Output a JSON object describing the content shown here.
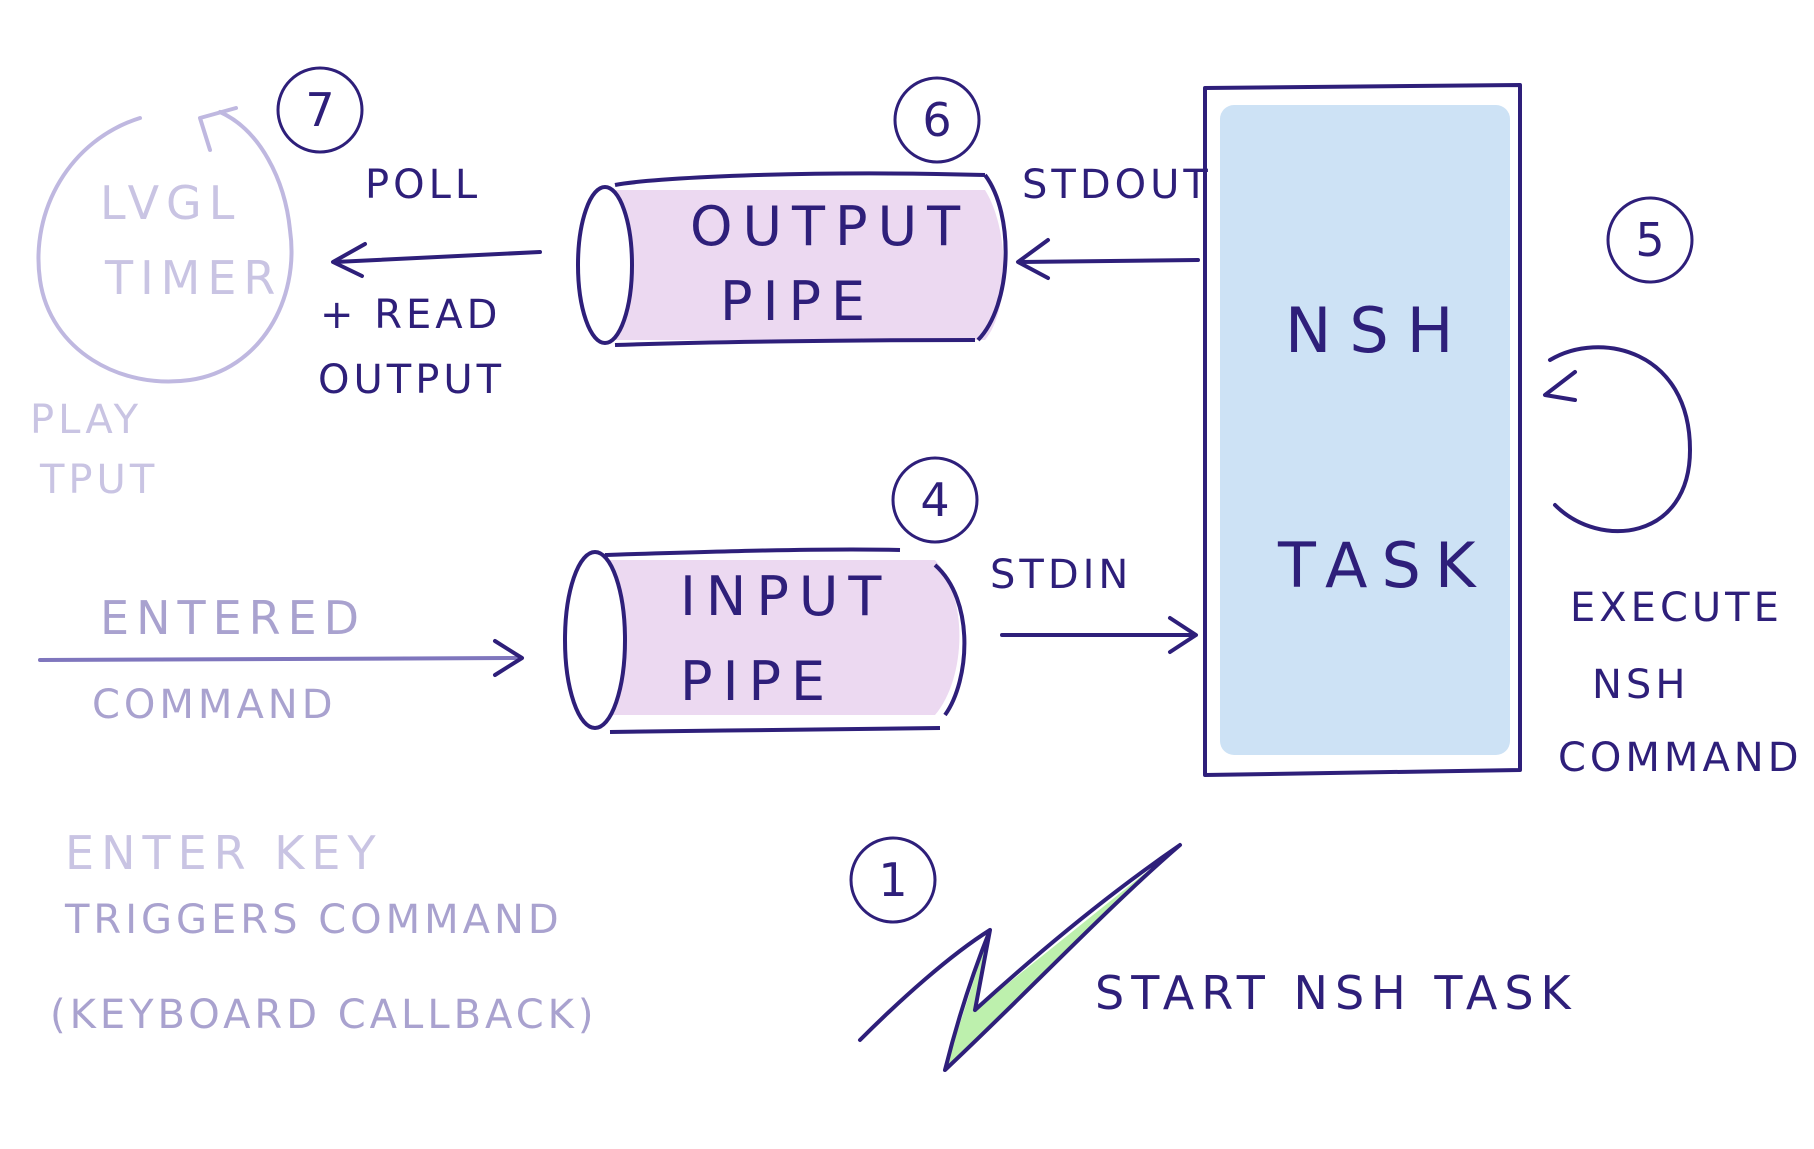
{
  "left": {
    "timer_title_line1": "LVGL",
    "timer_title_line2": "TIMER",
    "poll_label": "POLL",
    "read_label_line1": "+ READ",
    "read_label_line2": "OUTPUT",
    "display_fragment_line1": "PLAY",
    "display_fragment_line2": "TPUT",
    "entered_label_line1": "ENTERED",
    "entered_label_line2": "COMMAND",
    "enter_key_line1": "ENTER KEY",
    "enter_key_line2": "TRIGGERS COMMAND",
    "enter_key_line3": "(KEYBOARD CALLBACK)"
  },
  "pipes": {
    "output_line1": "OUTPUT",
    "output_line2": "PIPE",
    "input_line1": "INPUT",
    "input_line2": "PIPE"
  },
  "streams": {
    "stdout": "STDOUT",
    "stdin": "STDIN"
  },
  "task": {
    "line1": "NSH",
    "line2": "TASK"
  },
  "execute": {
    "line1": "EXECUTE",
    "line2": "NSH",
    "line3": "COMMAND"
  },
  "start": {
    "label": "START NSH TASK"
  },
  "steps": {
    "one": "1",
    "four": "4",
    "five": "5",
    "six": "6",
    "seven": "7"
  },
  "colors": {
    "ink": "#2e1f7a",
    "faded_ink": "#a9a2cf",
    "pipe_fill": "#ecd9f1",
    "task_fill": "#cde2f5",
    "bolt_fill": "#bdf0ad"
  }
}
